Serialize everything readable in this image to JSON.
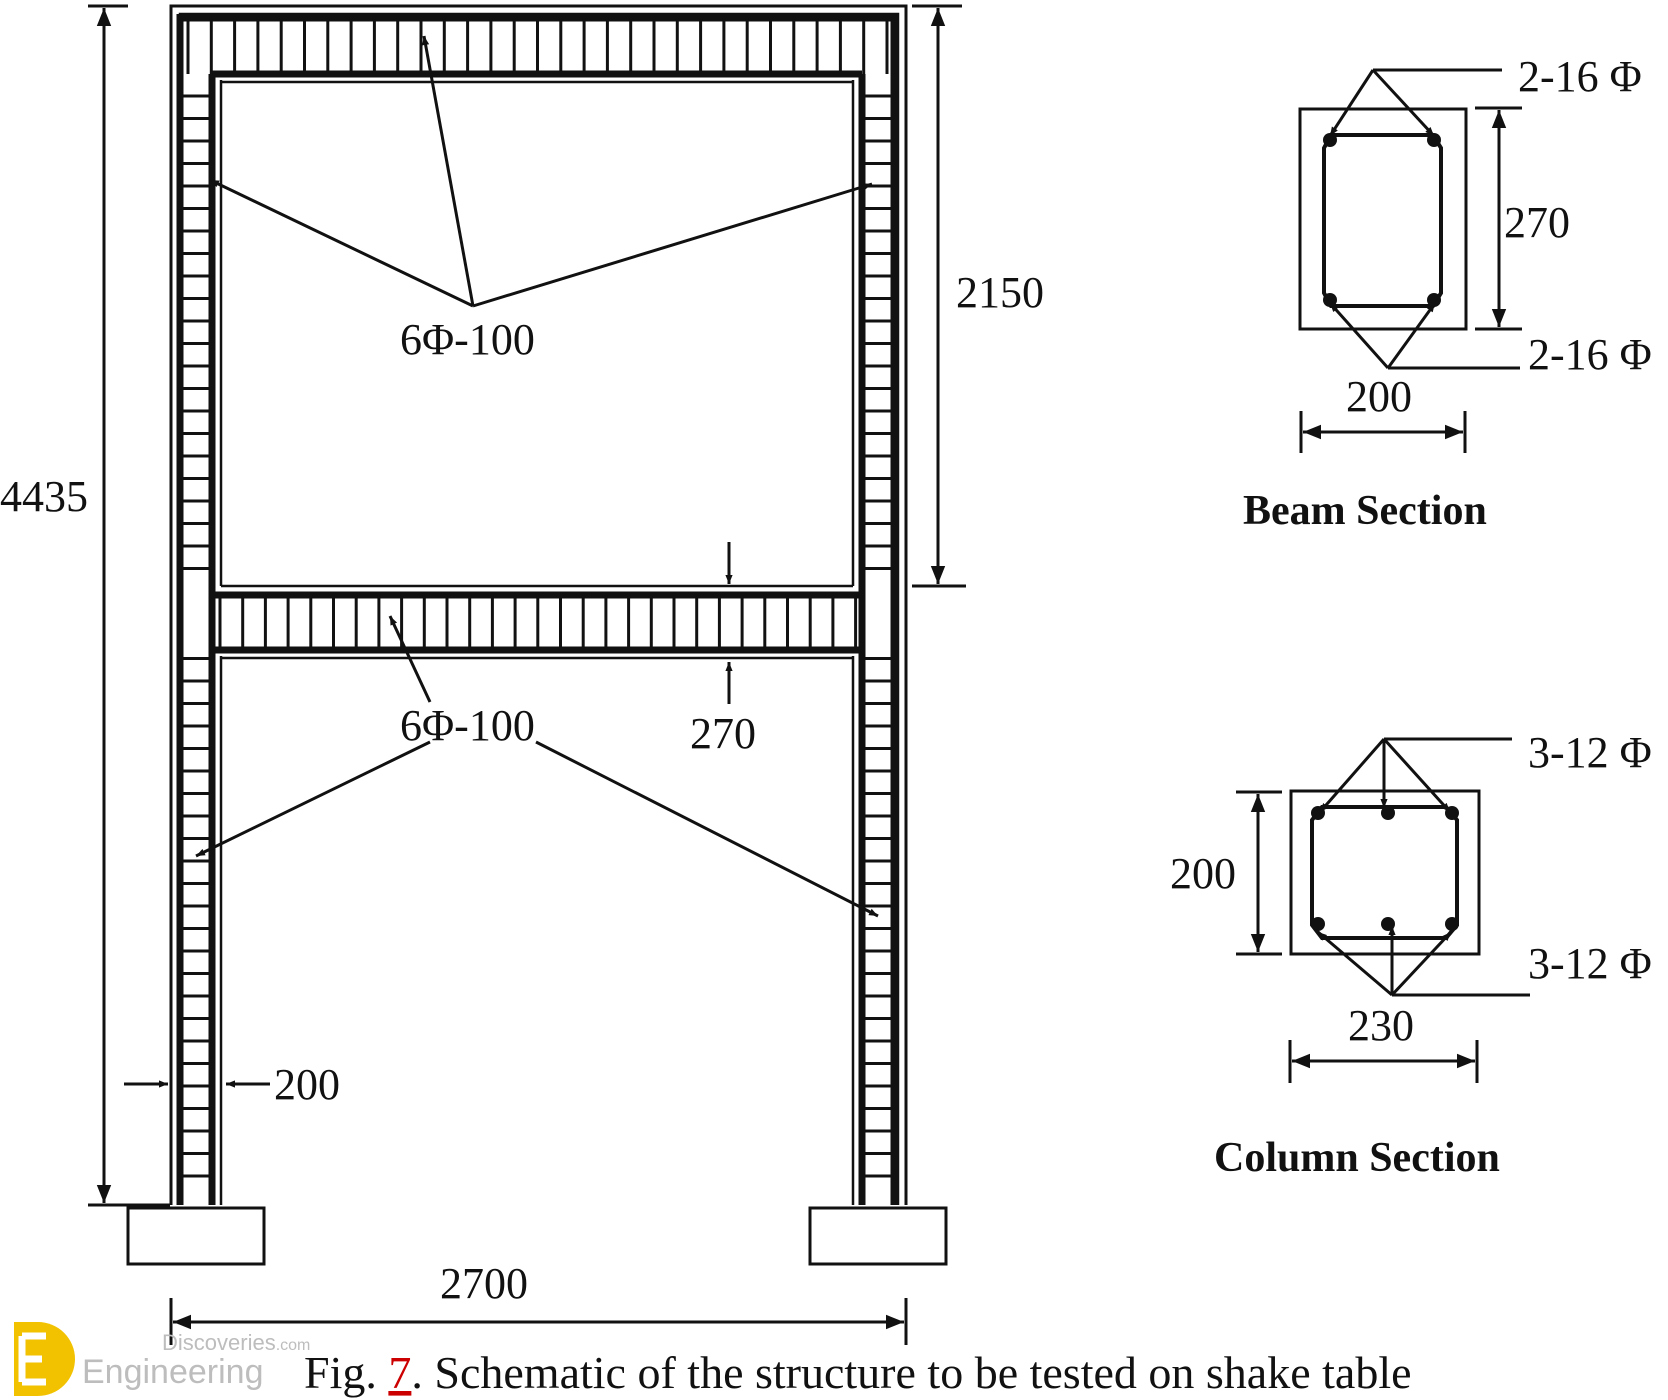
{
  "frame": {
    "overall_height": "4435",
    "upper_story_height": "2150",
    "column_width": "200",
    "beam_depth": "270",
    "span": "2700",
    "stirrup_label_upper": "6Φ-100",
    "stirrup_label_lower": "6Φ-100"
  },
  "beam_section": {
    "title": "Beam Section",
    "top_bars": "2-16 Φ",
    "bottom_bars": "2-16 Φ",
    "height": "270",
    "width": "200"
  },
  "column_section": {
    "title": "Column Section",
    "top_bars": "3-12 Φ",
    "bottom_bars": "3-12 Φ",
    "height": "200",
    "width": "230"
  },
  "caption": {
    "prefix": "Fig. ",
    "figure_number": "7",
    "text": ". Schematic of the structure to be tested on shake table"
  },
  "watermark": {
    "top": "Discoveries",
    "top_suffix": ".com",
    "bottom": "Engineering"
  },
  "colors": {
    "line": "#111111",
    "caption_link": "#cc0000",
    "watermark": "#bdbdbd",
    "logo_yellow": "#f2c200"
  }
}
